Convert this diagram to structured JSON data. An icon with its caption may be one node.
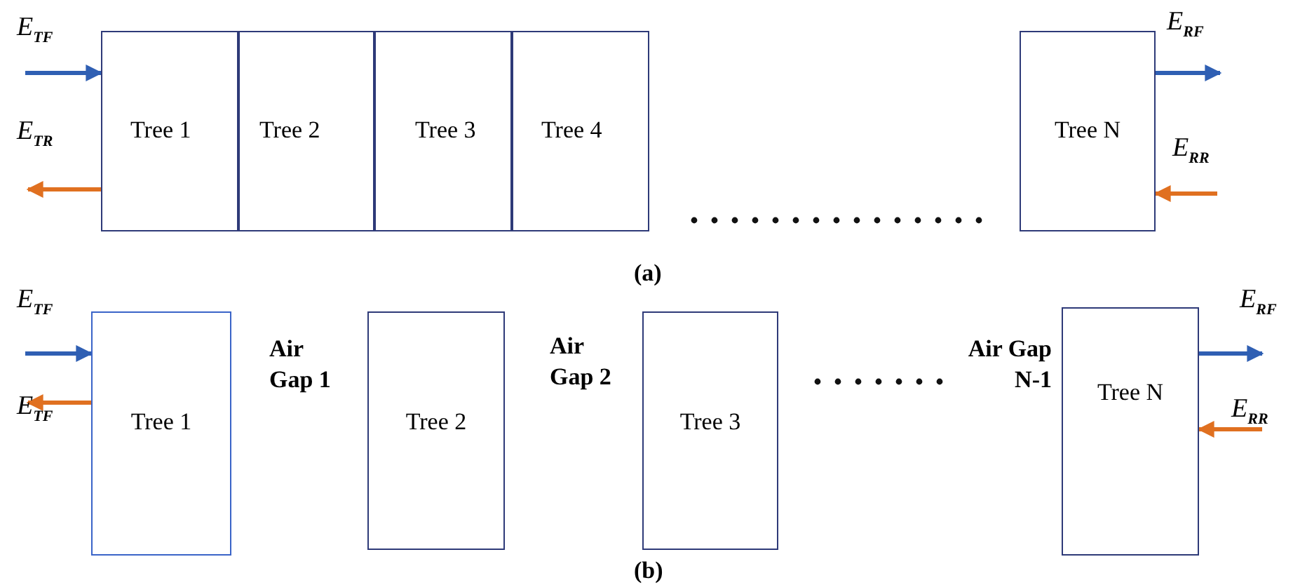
{
  "diagram": {
    "nodes": [
      {
        "text": [
          "Tree 1"
        ]
      },
      {
        "text": [
          "Tree 2"
        ]
      },
      {
        "text": [
          "Tree 3"
        ]
      },
      {
        "text": [
          "Tree 4"
        ]
      },
      {
        "text": [
          "Tree N"
        ]
      },
      {
        "text": [
          "Tree 1"
        ]
      },
      {
        "text": [
          "Tree 2"
        ]
      },
      {
        "text": [
          "Tree 3"
        ]
      },
      {
        "text": [
          "Tree N"
        ]
      }
    ],
    "edges": [
      {
        "from": null,
        "to": 0,
        "arrow": "to",
        "label": "E$_{TF}$",
        "color": "#2f5fb3"
      },
      {
        "from": 0,
        "to": null,
        "arrow": "to",
        "label": "E$_{TR}$",
        "color": "#e07020"
      },
      {
        "from": 4,
        "to": null,
        "arrow": "to",
        "label": "E$_{RF}$",
        "color": "#2f5fb3"
      },
      {
        "from": null,
        "to": 4,
        "arrow": "to",
        "label": "E$_{RR}$",
        "color": "#e07020"
      },
      {
        "from": null,
        "to": 5,
        "arrow": "to",
        "label": "E$_{TF}$",
        "color": "#2f5fb3"
      },
      {
        "from": 5,
        "to": null,
        "arrow": "to",
        "label": "E$_{TF}$",
        "color": "#e07020"
      },
      {
        "from": 8,
        "to": null,
        "arrow": "to",
        "label": "E$_{RF}$",
        "color": "#2f5fb3"
      },
      {
        "from": null,
        "to": 8,
        "arrow": "to",
        "label": "E$_{RR}$",
        "color": "#e07020"
      }
    ],
    "labels": [
      "(a)",
      "Air Gap 1",
      "Air Gap 2",
      "Air Gap N-1",
      "(b)"
    ]
  }
}
